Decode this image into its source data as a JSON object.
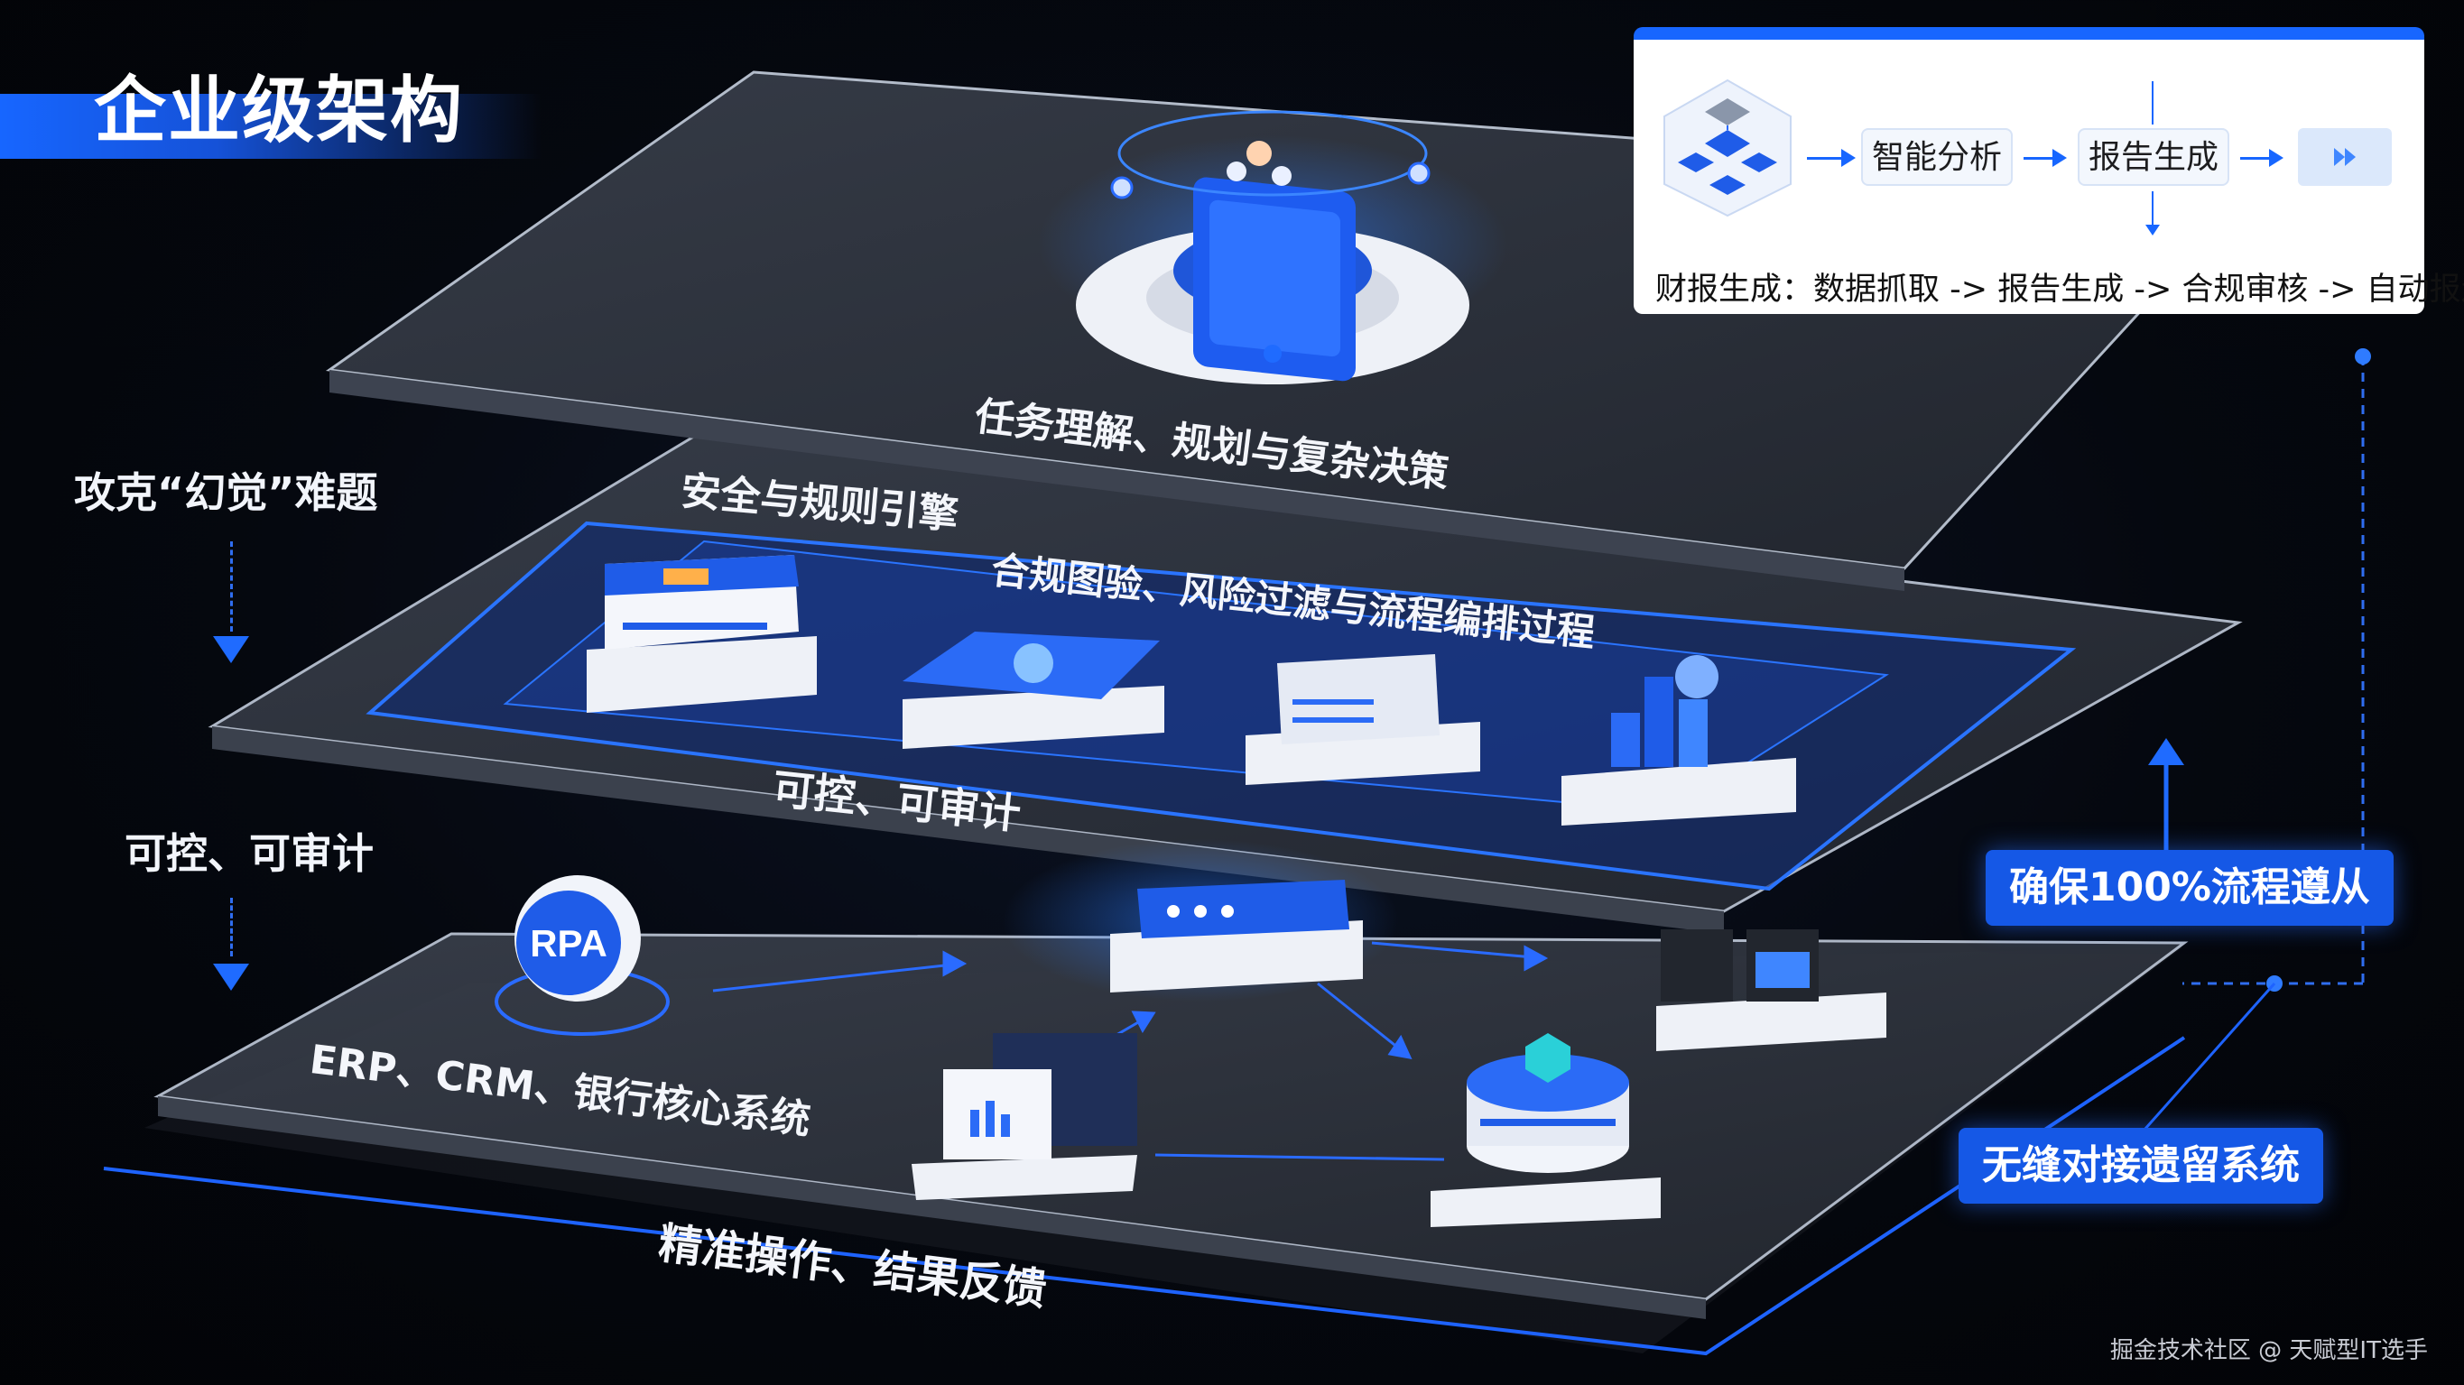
{
  "title": "企业级架构",
  "left_labels": {
    "top": "攻克“幻觉”难题",
    "bottom": "可控、可审计"
  },
  "layers": {
    "top": {
      "caption": "任务理解、规划与复杂决策"
    },
    "middle": {
      "header": "安全与规则引擎",
      "subheader": "合规图验、风险过滤与流程编排过程",
      "footer": "可控、可审计"
    },
    "bottom": {
      "node_label": "ERP、CRM、银行核心系统",
      "footer": "精准操作、结果反馈",
      "rpa_label": "RPA"
    }
  },
  "badges": {
    "compliance": "确保100%流程遵从",
    "legacy": "无缝对接遗留系统"
  },
  "workflow_card": {
    "steps": [
      "智能分析",
      "报告生成"
    ],
    "caption": "财报生成：数据抓取 -> 报告生成 -> 合规审核 -> 自动报送"
  },
  "watermark": "掘金技术社区 @ 天赋型IT选手",
  "colors": {
    "accent": "#1766ff",
    "badge": "#1558e6",
    "background": "#05080f"
  }
}
